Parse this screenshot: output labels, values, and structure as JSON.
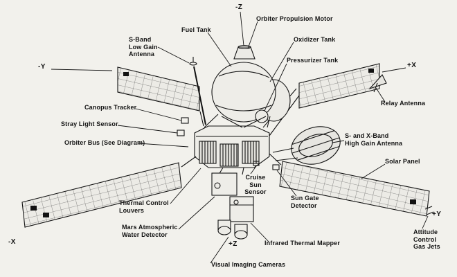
{
  "meta": {
    "background": "#f2f1ec",
    "ink": "#121212",
    "subject": "Spacecraft orbiter labeled diagram"
  },
  "axes": {
    "minus_z": "-Z",
    "minus_y": "-Y",
    "plus_x": "+X",
    "minus_x": "-X",
    "plus_y": "+Y",
    "plus_z": "+Z"
  },
  "labels": {
    "orbiter_propulsion_motor": "Orbiter Propulsion Motor",
    "fuel_tank": "Fuel Tank",
    "oxidizer_tank": "Oxidizer Tank",
    "s_band_low_gain_antenna": "S-Band\nLow Gain\nAntenna",
    "pressurizer_tank": "Pressurizer Tank",
    "relay_antenna": "Relay Antenna",
    "canopus_tracker": "Canopus Tracker",
    "stray_light_sensor": "Stray Light Sensor",
    "orbiter_bus": "Orbiter Bus (See Diagram)",
    "high_gain_antenna": "S- and X-Band\nHigh Gain Antenna",
    "solar_panel": "Solar Panel",
    "cruise_sun_sensor": "Cruise\nSun\nSensor",
    "sun_gate_detector": "Sun Gate\nDetector",
    "thermal_control_louvers": "Thermal Control\nLouvers",
    "mars_atmospheric_water_detector": "Mars Atmospheric\nWater Detector",
    "infrared_thermal_mapper": "Infrared Thermal Mapper",
    "visual_imaging_cameras": "Visual Imaging Cameras",
    "attitude_control_gas_jets": "Attitude\nControl\nGas Jets"
  }
}
